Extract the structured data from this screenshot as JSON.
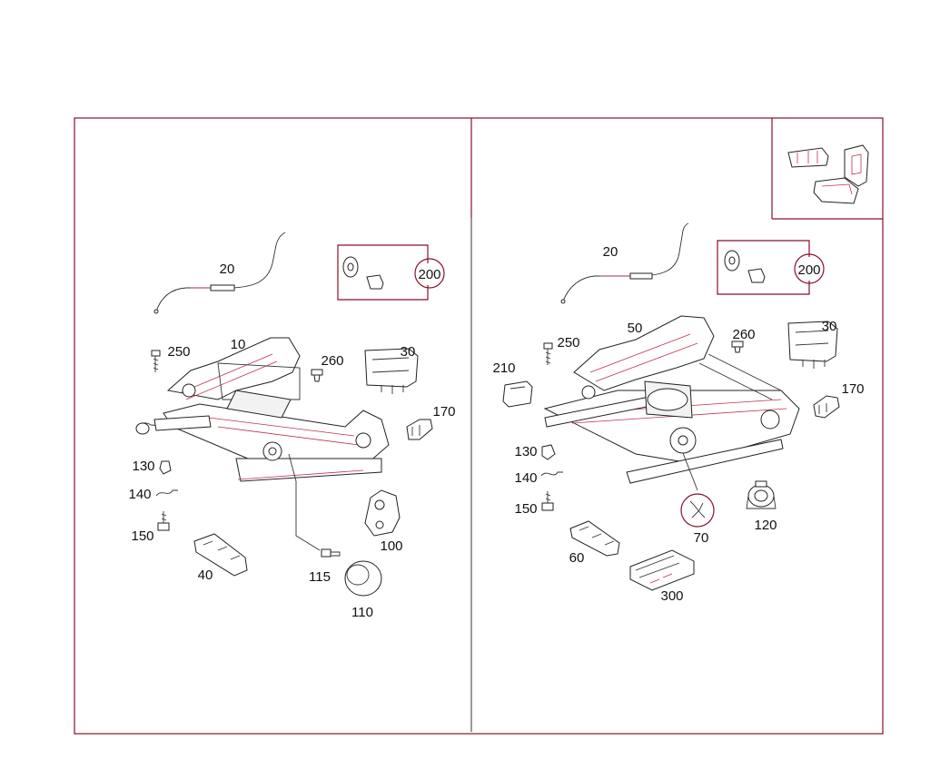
{
  "colors": {
    "frame": "#8a0f2a",
    "accent_lines": "#c0304c",
    "ink": "#111111"
  },
  "left_panel": {
    "callouts": {
      "c20": "20",
      "c200": "200",
      "c250": "250",
      "c10": "10",
      "c260": "260",
      "c30": "30",
      "c170": "170",
      "c130": "130",
      "c140": "140",
      "c150": "150",
      "c40": "40",
      "c115": "115",
      "c110": "110",
      "c100": "100"
    }
  },
  "right_panel": {
    "callouts": {
      "c20": "20",
      "c200": "200",
      "c50": "50",
      "c250": "250",
      "c260": "260",
      "c30": "30",
      "c210": "210",
      "c170": "170",
      "c130": "130",
      "c140": "140",
      "c150": "150",
      "c60": "60",
      "c300": "300",
      "c70": "70",
      "c120": "120"
    }
  }
}
